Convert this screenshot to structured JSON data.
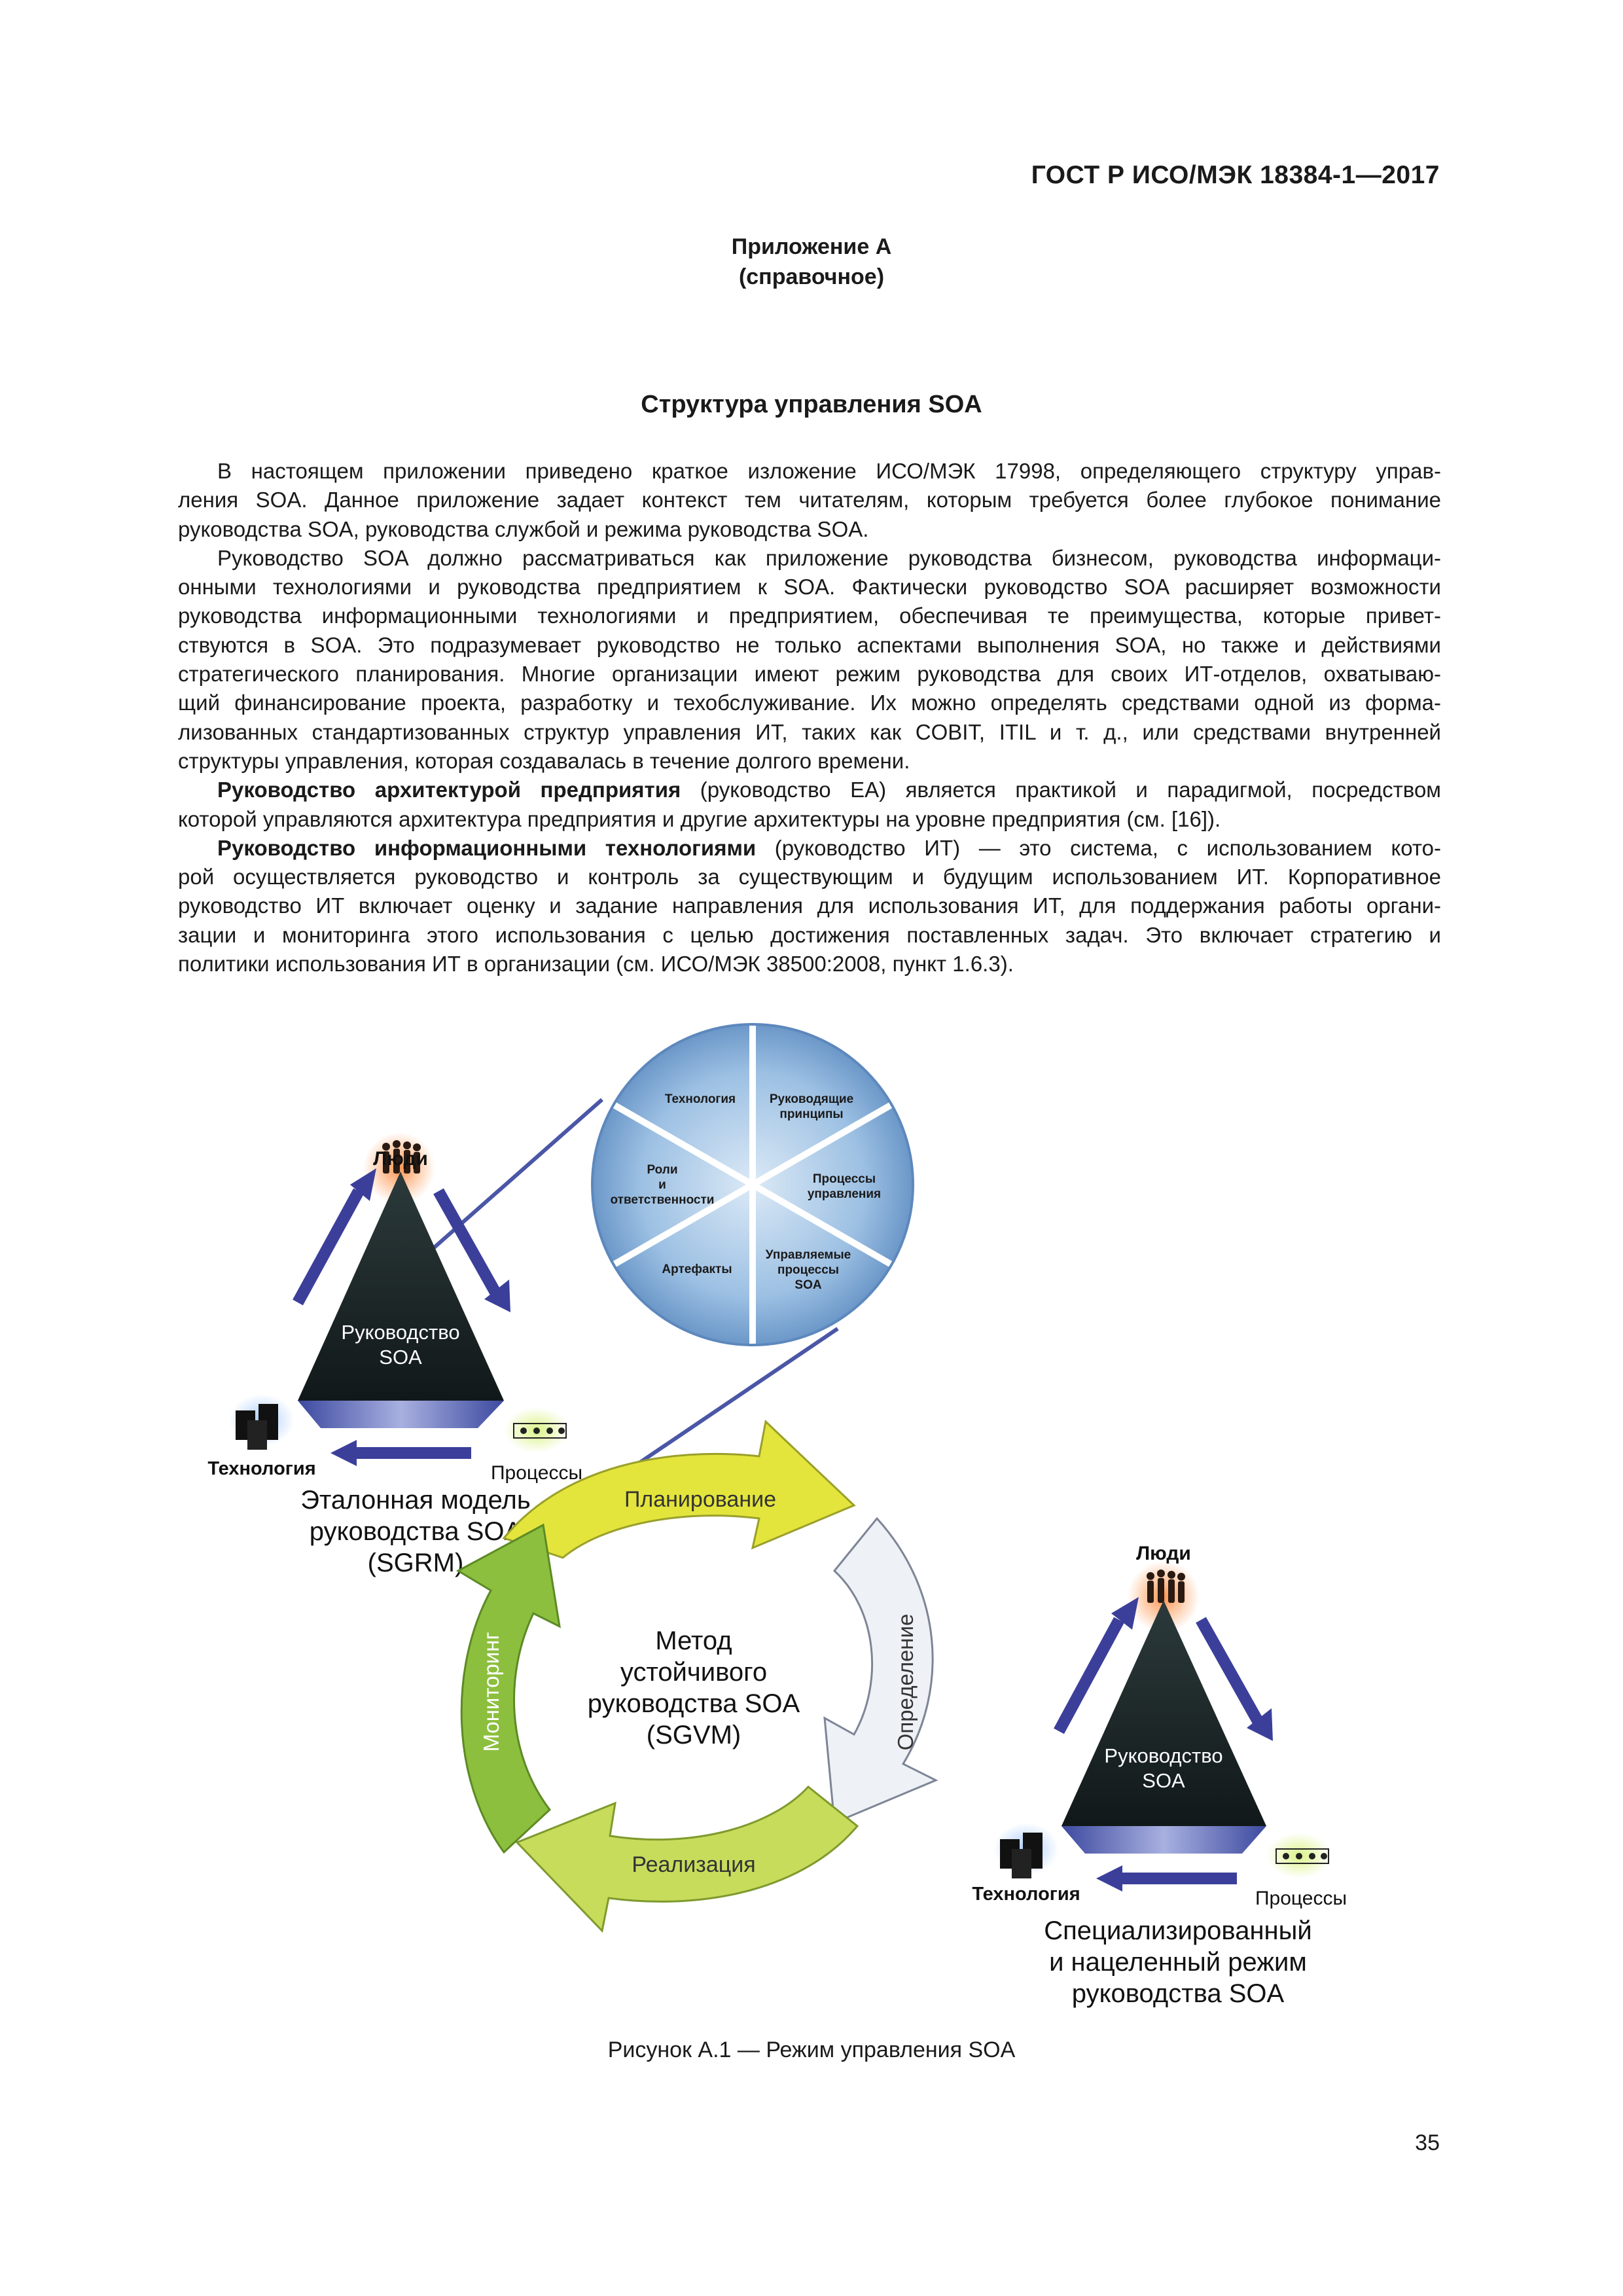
{
  "header": {
    "doc_code": "ГОСТ Р ИСО/МЭК 18384-1—2017"
  },
  "annex": {
    "title": "Приложение А",
    "subtitle": "(справочное)"
  },
  "section": {
    "title": "Структура управления SOA"
  },
  "paragraphs": [
    {
      "lines": [
        "В настоящем приложении приведено краткое изложение ИСО/МЭК 17998, определяющего структуру управ-",
        "ления SOA. Данное приложение задает контекст тем читателям, которым требуется более глубокое понимание",
        "руководства SOA, руководства службой и режима руководства SOA."
      ]
    },
    {
      "lines": [
        "Руководство SOA должно рассматриваться как приложение руководства бизнесом, руководства информаци-",
        "онными технологиями и руководства предприятием к SOA. Фактически руководство SOA расширяет возможности",
        "руководства информационными технологиями и предприятием, обеспечивая те преимущества, которые привет-",
        "ствуются в SOA. Это подразумевает руководство не только аспектами выполнения SOA, но также и действиями",
        "стратегического планирования. Многие организации имеют режим руководства для своих ИТ-отделов, охватываю-",
        "щий финансирование проекта, разработку и техобслуживание. Их можно определять средствами одной из форма-",
        "лизованных стандартизованных структур управления ИТ, таких как COBIT, ITIL и т. д., или средствами внутренней",
        "структуры управления, которая создавалась в течение долгого времени."
      ]
    },
    {
      "bold": "Руководство архитектурой предприятия",
      "lines": [
        " (руководство ЕА) является практикой и парадигмой, посредством",
        "которой управляются архитектура предприятия и другие архитектуры на уровне предприятия (см. [16])."
      ]
    },
    {
      "bold": "Руководство информационными технологиями",
      "lines": [
        " (руководство ИТ) — это система, с использованием кото-",
        "рой осуществляется руководство и контроль за существующим и будущим использованием ИТ. Корпоративное",
        "руководство ИТ включает оценку и задание направления для использования ИТ, для поддержания работы органи-",
        "зации и мониторинга этого использования с целью достижения поставленных задач. Это включает стратегию и",
        "политики использования ИТ в организации (см. ИСО/МЭК 38500:2008, пункт 1.6.3)."
      ]
    }
  ],
  "figure": {
    "left_triangle": {
      "people": "Люди",
      "center_line1": "Руководство",
      "center_line2": "SOA",
      "tech": "Технология",
      "process": "Процессы"
    },
    "sgrm_label": [
      "Эталонная модель",
      "руководства SOA",
      "(SGRM)"
    ],
    "wheel": {
      "segments": [
        {
          "lines": [
            "Технология"
          ]
        },
        {
          "lines": [
            "Руководящие",
            "принципы"
          ]
        },
        {
          "lines": [
            "Процессы",
            "управления"
          ]
        },
        {
          "lines": [
            "Управляемые",
            "процессы",
            "SOA"
          ]
        },
        {
          "lines": [
            "Артефакты"
          ]
        },
        {
          "lines": [
            "Роли",
            "и",
            "ответственности"
          ]
        }
      ]
    },
    "cycle": {
      "center": [
        "Метод",
        "устойчивого",
        "руководства SOA",
        "(SGVM)"
      ],
      "planning": "Планирование",
      "definition": "Определение",
      "implementation": "Реализация",
      "monitoring": "Мониторинг"
    },
    "right_triangle": {
      "people": "Люди",
      "center_line1": "Руководство",
      "center_line2": "SOA",
      "tech": "Технология",
      "process": "Процессы"
    },
    "specialized_label": [
      "Специализированный",
      "и нацеленный режим",
      "руководства SOA"
    ],
    "colors": {
      "triangle": "#1f2a2b",
      "arrow_blue": "#3b3f9a",
      "planning": "#e2e23a",
      "monitoring": "#8cbf3e",
      "implementation": "#c5d95a",
      "definition": "#eef1f6",
      "wheel": "#8fb6de"
    }
  },
  "caption": "Рисунок А.1 — Режим управления SOA",
  "page_number": "35"
}
